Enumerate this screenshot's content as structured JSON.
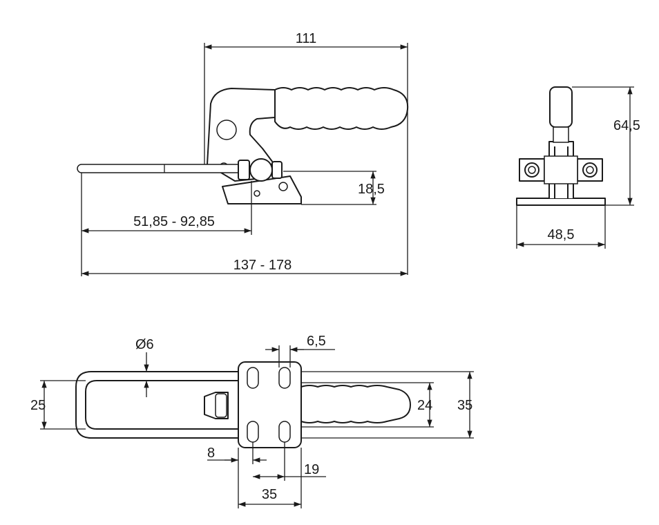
{
  "drawing": {
    "side_view": {
      "dim_overall_height_width": "111",
      "dim_bolt_height": "18,5",
      "dim_adjust_range": "51,85 - 92,85",
      "dim_overall_length": "137 - 178"
    },
    "end_view": {
      "dim_height": "64,5",
      "dim_base_width": "48,5"
    },
    "top_view": {
      "dim_rod_diameter": "Ø6",
      "dim_slot_width": "6,5",
      "dim_loop_width": "25",
      "dim_handle_width": "24",
      "dim_base_depth": "35",
      "dim_slot_offset": "8",
      "dim_slot_pitch": "19",
      "dim_base_length": "35"
    }
  }
}
